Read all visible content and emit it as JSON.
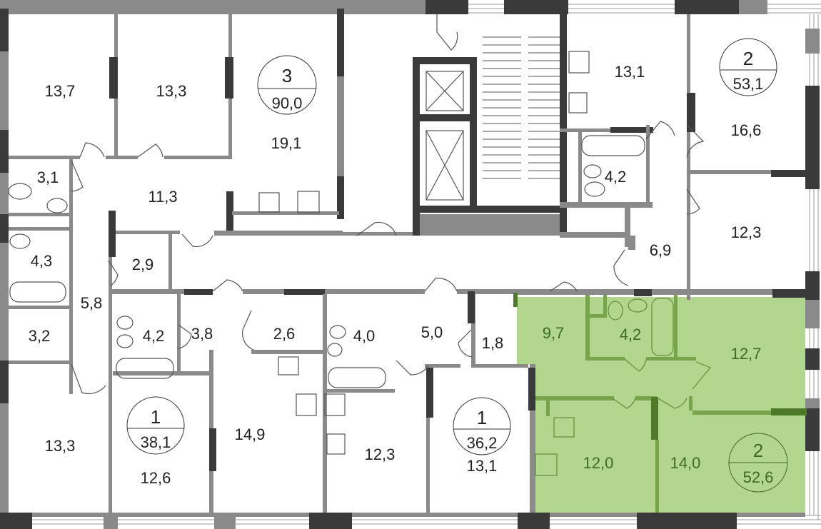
{
  "colors": {
    "wall": "#8a8a8a",
    "wall_dark": "#3a3a3a",
    "highlight_fill": "#b3d68e",
    "highlight_wall": "#78a54c",
    "highlight_text": "#3d6b1f"
  },
  "apartments": [
    {
      "rooms": "3",
      "area": "90,0"
    },
    {
      "rooms": "2",
      "area": "53,1"
    },
    {
      "rooms": "1",
      "area": "38,1"
    },
    {
      "rooms": "1",
      "area": "36,2"
    },
    {
      "rooms": "2",
      "area": "52,6",
      "highlighted": true
    }
  ],
  "rooms": [
    "13,7",
    "13,3",
    "19,1",
    "11,3",
    "3,1",
    "4,3",
    "2,9",
    "5,8",
    "3,2",
    "4,2",
    "3,8",
    "2,6",
    "4,0",
    "5,0",
    "1,8",
    "13,3",
    "12,6",
    "14,9",
    "12,3",
    "13,1",
    "13,1",
    "16,6",
    "4,2",
    "12,3",
    "6,9"
  ],
  "highlight_rooms": [
    "9,7",
    "4,2",
    "12,7",
    "12,0",
    "14,0"
  ]
}
